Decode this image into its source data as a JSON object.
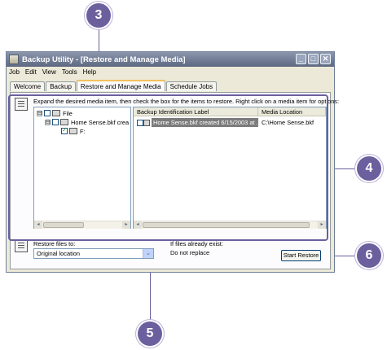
{
  "window": {
    "title": "Backup Utility - [Restore and Manage Media]"
  },
  "menu": [
    "Job",
    "Edit",
    "View",
    "Tools",
    "Help"
  ],
  "tabs": [
    {
      "label": "Welcome",
      "active": false
    },
    {
      "label": "Backup",
      "active": false
    },
    {
      "label": "Restore and Manage Media",
      "active": true
    },
    {
      "label": "Schedule Jobs",
      "active": false
    }
  ],
  "instruction": "Expand the desired media item, then check the box for the items to restore. Right click on a media item for options:",
  "tree": {
    "items": [
      {
        "label": "File",
        "expander": "⊟"
      },
      {
        "label": "Home Sense.bkf crea",
        "expander": "⊟"
      },
      {
        "label": "F:",
        "checked": true
      }
    ]
  },
  "list": {
    "columns": [
      "Backup Identification Label",
      "Media Location"
    ],
    "rows": [
      {
        "label": "Home Sense.bkf created 6/15/2003 at ...",
        "location": "C:\\Home Sense.bkf"
      }
    ]
  },
  "restore": {
    "label": "Restore files to:",
    "value": "Original location",
    "exist_label": "If files already exist:",
    "exist_value": "Do not replace",
    "start_button": "Start Restore"
  },
  "callouts": {
    "c3": "3",
    "c4": "4",
    "c5": "5",
    "c6": "6"
  },
  "icons": {
    "minimize": "_",
    "maximize": "□",
    "close": "✕",
    "dropdown": "⌄",
    "scroll_left": "◂",
    "scroll_right": "▸"
  },
  "colors": {
    "callout": "#6b5f9e",
    "titlebar": "#7a8499"
  }
}
